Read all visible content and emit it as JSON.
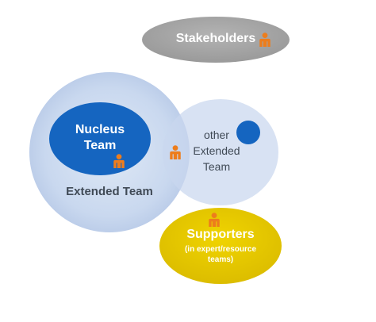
{
  "diagram": {
    "stakeholders": {
      "label": "Stakeholders"
    },
    "nucleus": {
      "line1": "Nucleus",
      "line2": "Team"
    },
    "extended": {
      "label": "Extended Team"
    },
    "other": {
      "line1": "other",
      "line2": "Extended",
      "line3": "Team"
    },
    "supporters": {
      "label": "Supporters",
      "sub1": "(in expert/resource",
      "sub2": "teams)"
    }
  },
  "colors": {
    "stakeholders_fill": "#a6a6a6",
    "extended_fill": "#c7d5ec",
    "nucleus_fill": "#1565c0",
    "other_dot": "#1565c0",
    "supporters_fill": "#e6c800",
    "person_icon": "#ed7d1c"
  },
  "icons": [
    "person-icon"
  ]
}
